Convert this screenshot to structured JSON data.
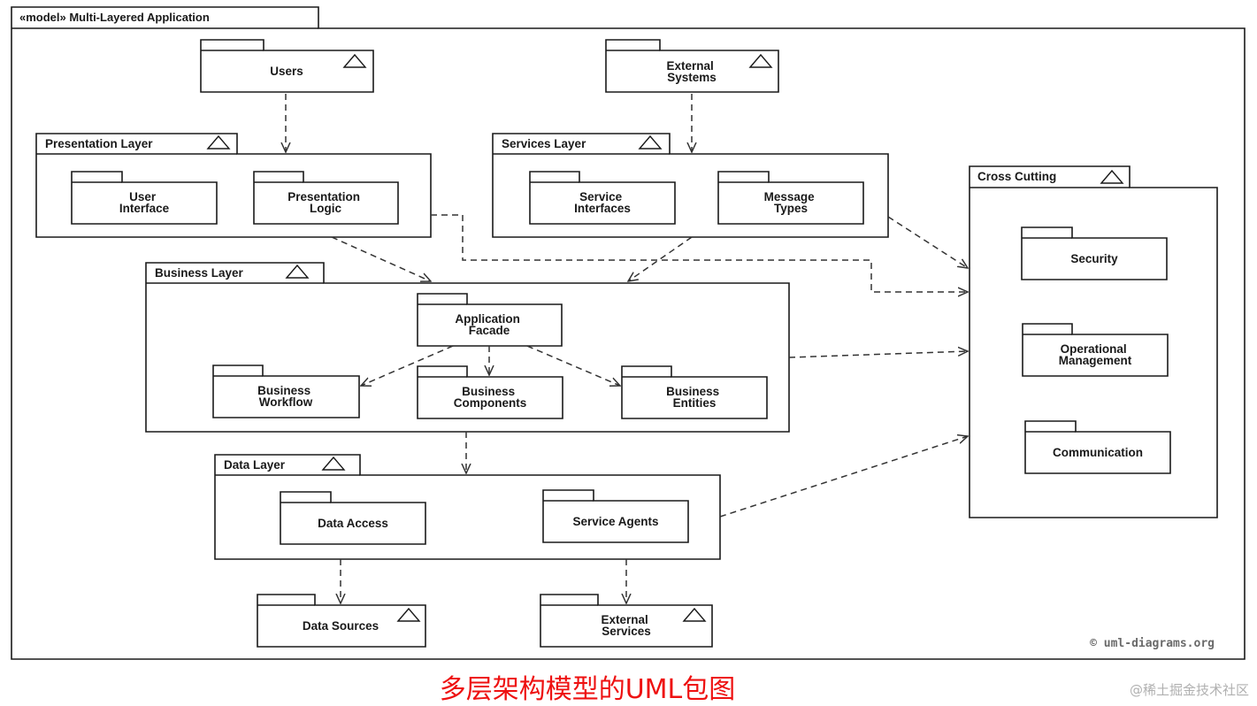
{
  "model": {
    "frame_label": "«model» Multi-Layered Application",
    "copyright": "© uml-diagrams.org"
  },
  "packages": {
    "users": "Users",
    "external_systems": [
      "External",
      "Systems"
    ],
    "presentation_layer": "Presentation Layer",
    "user_interface": [
      "User",
      "Interface"
    ],
    "presentation_logic": [
      "Presentation",
      "Logic"
    ],
    "services_layer": "Services Layer",
    "service_interfaces": [
      "Service",
      "Interfaces"
    ],
    "message_types": [
      "Message",
      "Types"
    ],
    "business_layer": "Business Layer",
    "application_facade": [
      "Application",
      "Facade"
    ],
    "business_workflow": [
      "Business",
      "Workflow"
    ],
    "business_components": [
      "Business",
      "Components"
    ],
    "business_entities": [
      "Business",
      "Entities"
    ],
    "data_layer": "Data Layer",
    "data_access": "Data Access",
    "service_agents": "Service Agents",
    "data_sources": "Data Sources",
    "external_services": [
      "External",
      "Services"
    ],
    "cross_cutting": "Cross Cutting",
    "security": "Security",
    "operational_management": [
      "Operational",
      "Management"
    ],
    "communication": "Communication"
  },
  "caption": "多层架构模型的UML包图",
  "watermark": "@稀土掘金技术社区",
  "colors": {
    "line": "#1a1a1a",
    "caption": "#ee1111"
  }
}
